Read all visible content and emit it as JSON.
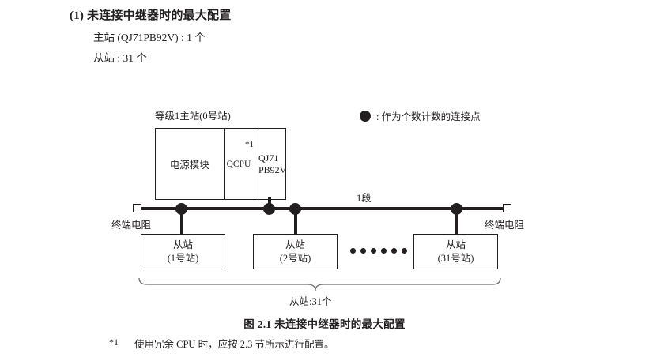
{
  "heading": {
    "number": "(1)",
    "title": "(1) 未连接中继器时的最大配置",
    "line_master": "主站 (QJ71PB92V) : 1 个",
    "line_slave": "从站 : 31 个"
  },
  "legend": {
    "symbol": "filled-circle",
    "text": ": 作为个数计数的连接点"
  },
  "diagram": {
    "rack": {
      "label": "等级1主站(0号站)",
      "cells": [
        {
          "name": "power-module",
          "text": "电源模块"
        },
        {
          "name": "cpu-module",
          "text": "QCPU",
          "note": "*1"
        },
        {
          "name": "network-module",
          "line1": "QJ71",
          "line2": "PB92V"
        }
      ]
    },
    "bus": {
      "segment_label": "1段",
      "terminator_left": "终端电阻",
      "terminator_right": "终端电阻",
      "node_count": 4
    },
    "slaves": [
      {
        "title": "从站",
        "station": "(1号站)"
      },
      {
        "title": "从站",
        "station": "(2号站)"
      },
      {
        "title": "从站",
        "station": "(31号站)"
      }
    ],
    "ellipsis_dots": 6,
    "brace_label": "从站:31个"
  },
  "figure": {
    "caption": "图 2.1  未连接中继器时的最大配置",
    "footnote_mark": "*1",
    "footnote_text": "使用冗余 CPU 时，应按 2.3 节所示进行配置。"
  },
  "colors": {
    "ink": "#231f20",
    "page": "#ffffff"
  }
}
